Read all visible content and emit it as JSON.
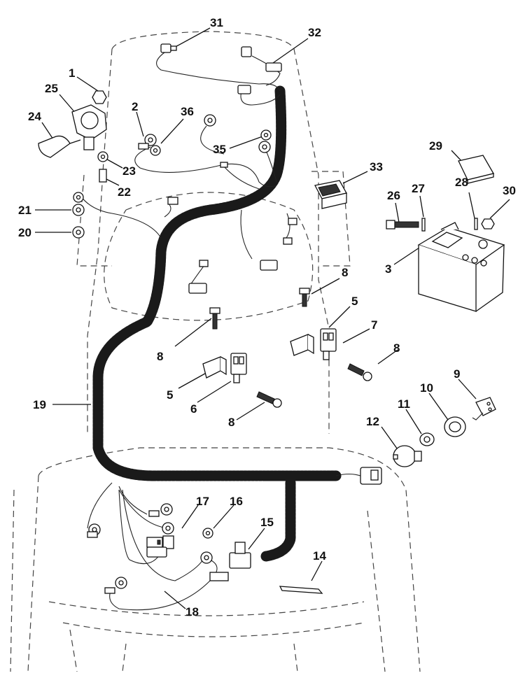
{
  "callouts": [
    "31",
    "32",
    "1",
    "25",
    "2",
    "36",
    "24",
    "23",
    "22",
    "35",
    "29",
    "33",
    "26",
    "27",
    "28",
    "30",
    "21",
    "20",
    "3",
    "8",
    "5",
    "7",
    "8",
    "5",
    "6",
    "8",
    "9",
    "10",
    "11",
    "12",
    "19",
    "8",
    "17",
    "16",
    "15",
    "14",
    "18"
  ],
  "colors": {
    "ink": "#111111",
    "outline_dash": "#444444",
    "harness": "#1a1a1a"
  }
}
